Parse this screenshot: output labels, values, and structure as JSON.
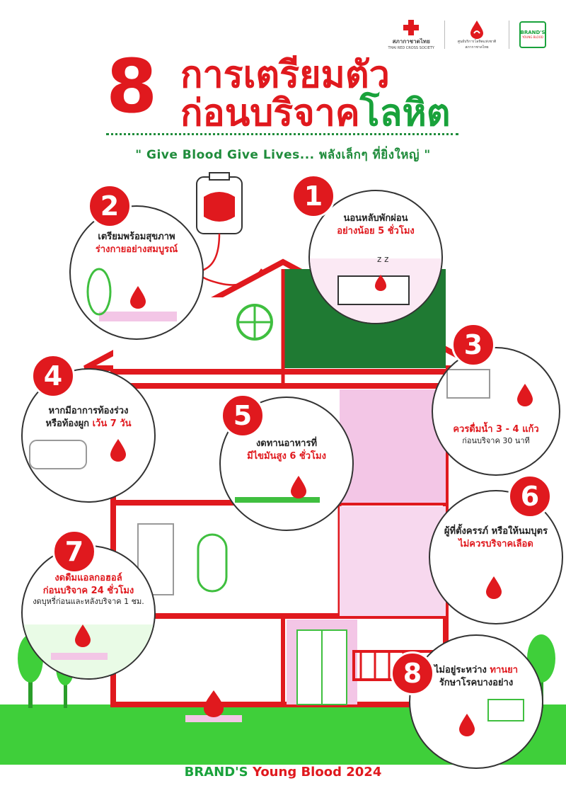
{
  "logos": {
    "redcross_name": "สภากาชาดไทย",
    "redcross_sub": "THAI RED CROSS SOCIETY",
    "blood_center": "ศูนย์บริการโลหิตแห่งชาติ สภากาชาดไทย",
    "brands": "BRAND'S",
    "brands_sub": "YOUNG BLOOD"
  },
  "title": {
    "number": "8",
    "line1": "การเตรียมตัว",
    "line2_a": "ก่อนบริจาค",
    "line2_b": "โลหิต"
  },
  "tagline": "\" Give Blood Give Lives... พลังเล็กๆ ที่ยิ่งใหญ่ \"",
  "tips": [
    {
      "number": "1",
      "line1": "นอนหลับพักผ่อน",
      "line2": "อย่างน้อย 5 ชั่วโมง"
    },
    {
      "number": "2",
      "line1": "เตรียมพร้อมสุขภาพ",
      "line2": "ร่างกายอย่างสมบูรณ์"
    },
    {
      "number": "3",
      "line1": "ควรดื่มน้ำ 3 - 4 แก้ว",
      "line2": "ก่อนบริจาค 30 นาที"
    },
    {
      "number": "4",
      "line1": "หากมีอาการท้องร่วง",
      "line2a": "หรือท้องผูก ",
      "line2b": "เว้น 7 วัน"
    },
    {
      "number": "5",
      "line1": "งดทานอาหารที่",
      "line2": "มีไขมันสูง 6 ชั่วโมง"
    },
    {
      "number": "6",
      "line1": "ผู้ที่ตั้งครรภ์ หรือให้นมบุตร",
      "line2": "ไม่ควรบริจาคเลือด"
    },
    {
      "number": "7",
      "line1": "งดดื่มแอลกอฮอล์",
      "line2": "ก่อนบริจาค 24 ชั่วโมง",
      "line3": "งดบุหรี่ก่อนและหลังบริจาค 1 ชม."
    },
    {
      "number": "8",
      "line1a": "ไม่อยู่ระหว่าง ",
      "line1b": "ทานยา",
      "line2": "รักษาโรคบางอย่าง"
    }
  ],
  "footer": {
    "brand": "BRAND'S",
    "event": "Young Blood 2024"
  },
  "colors": {
    "red": "#e0191e",
    "green": "#19a23b",
    "pink": "#f3c6e6",
    "dark_green": "#1f7a33"
  }
}
